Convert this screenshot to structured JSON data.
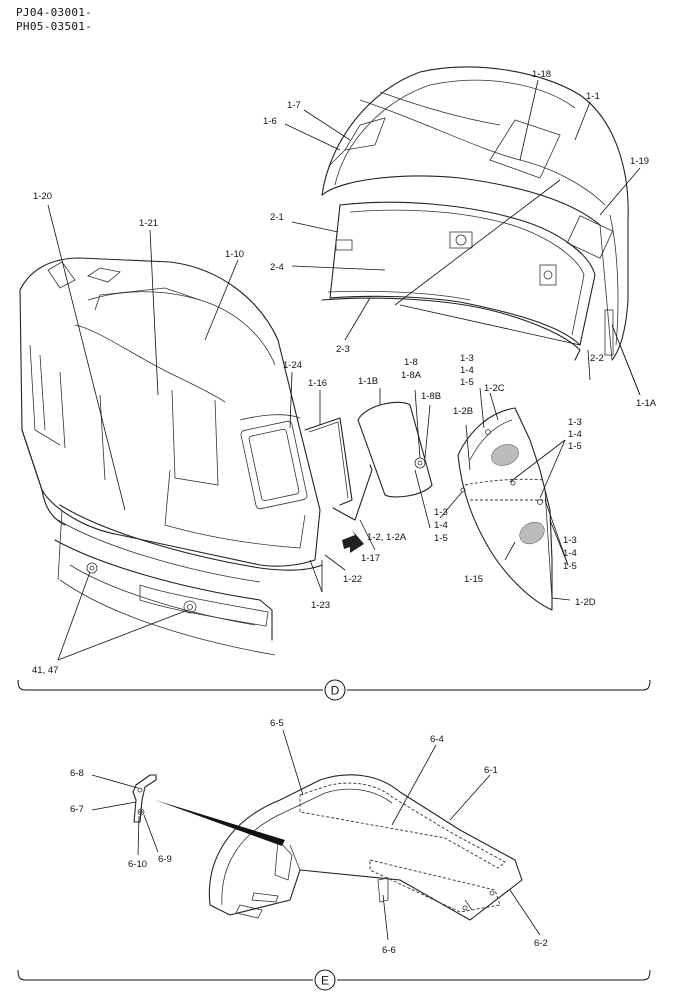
{
  "header": {
    "serial_1": "PJ04-03001-",
    "serial_2": "PH05-03501-"
  },
  "sections": [
    {
      "letter": "D"
    },
    {
      "letter": "E"
    }
  ],
  "callouts": {
    "c_1_1": "1-1",
    "c_1_18": "1-18",
    "c_1_19": "1-19",
    "c_1_7": "1-7",
    "c_1_6": "1-6",
    "c_1_20": "1-20",
    "c_1_21": "1-21",
    "c_1_10": "1-10",
    "c_2_1": "2-1",
    "c_2_4": "2-4",
    "c_2_3": "2-3",
    "c_2_2": "2-2",
    "c_1_1A": "1-1A",
    "c_1_24": "1-24",
    "c_1_16": "1-16",
    "c_1_1B": "1-1B",
    "c_1_8": "1-8",
    "c_1_8A": "1-8A",
    "c_1_8B": "1-8B",
    "c_1_2B": "1-2B",
    "c_1_2C": "1-2C",
    "c_1_3a": "1-3",
    "c_1_4a": "1-4",
    "c_1_5a": "1-5",
    "c_1_3b": "1-3",
    "c_1_4b": "1-4",
    "c_1_5b": "1-5",
    "c_1_3c": "1-3",
    "c_1_4c": "1-4",
    "c_1_5c": "1-5",
    "c_1_3d": "1-3",
    "c_1_4d": "1-4",
    "c_1_5d": "1-5",
    "c_1_2_1_2A": "1-2, 1-2A",
    "c_1_17": "1-17",
    "c_1_22": "1-22",
    "c_1_23": "1-23",
    "c_1_15": "1-15",
    "c_1_2D": "1-2D",
    "c_41_47": "41, 47",
    "c_6_5": "6-5",
    "c_6_4": "6-4",
    "c_6_1": "6-1",
    "c_6_8": "6-8",
    "c_6_7": "6-7",
    "c_6_10": "6-10",
    "c_6_9": "6-9",
    "c_6_6": "6-6",
    "c_6_2": "6-2"
  }
}
